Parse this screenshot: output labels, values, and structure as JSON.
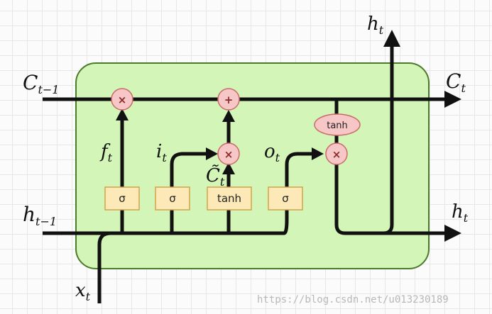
{
  "labels": {
    "c_prev": {
      "base": "C",
      "sub": "t−1"
    },
    "c_next": {
      "base": "C",
      "sub": "t"
    },
    "h_prev": {
      "base": "h",
      "sub": "t−1"
    },
    "h_top": {
      "base": "h",
      "sub": "t"
    },
    "h_right": {
      "base": "h",
      "sub": "t"
    },
    "x_in": {
      "base": "x",
      "sub": "t"
    },
    "f_gate": {
      "base": "f",
      "sub": "t"
    },
    "i_gate": {
      "base": "i",
      "sub": "t"
    },
    "o_gate": {
      "base": "o",
      "sub": "t"
    },
    "c_tilde": {
      "base": "C̃",
      "sub": "t"
    }
  },
  "boxes": {
    "sigma_forget": "σ",
    "sigma_input": "σ",
    "tanh_candidate": "tanh",
    "sigma_output": "σ"
  },
  "ops": {
    "mult_forget": "×",
    "add_cell": "+",
    "mult_input": "×",
    "mult_output": "×"
  },
  "tanh_oval": "tanh",
  "watermark": "https://blog.csdn.net/u013230189",
  "colors": {
    "cell_fill": "#d3f5b7",
    "cell_stroke": "#4a7a2a",
    "gate_fill": "#fde9b8",
    "gate_stroke": "#d2a348",
    "op_fill": "#f7c6c6",
    "op_stroke": "#c96a6a",
    "line": "#111111"
  }
}
